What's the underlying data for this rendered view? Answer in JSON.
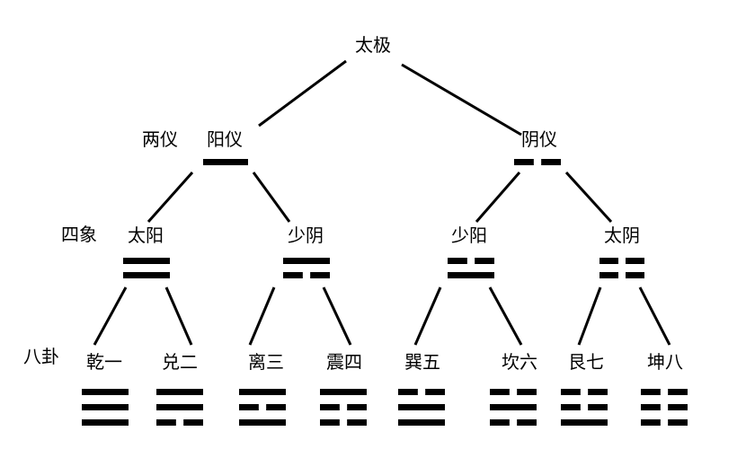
{
  "root": {
    "label": "太极"
  },
  "rows": {
    "liangyi": "两仪",
    "sixiang": "四象",
    "bagua": "八卦"
  },
  "liangyi": [
    {
      "label": "阳仪",
      "lines": [
        "yang"
      ]
    },
    {
      "label": "阴仪",
      "lines": [
        "yin"
      ]
    }
  ],
  "sixiang": [
    {
      "label": "太阳",
      "lines": [
        "yang",
        "yang"
      ]
    },
    {
      "label": "少阴",
      "lines": [
        "yin",
        "yang"
      ]
    },
    {
      "label": "少阳",
      "lines": [
        "yang",
        "yin"
      ]
    },
    {
      "label": "太阴",
      "lines": [
        "yin",
        "yin"
      ]
    }
  ],
  "bagua": [
    {
      "label": "乾一",
      "lines": [
        "yang",
        "yang",
        "yang"
      ]
    },
    {
      "label": "兑二",
      "lines": [
        "yin",
        "yang",
        "yang"
      ]
    },
    {
      "label": "离三",
      "lines": [
        "yang",
        "yin",
        "yang"
      ]
    },
    {
      "label": "震四",
      "lines": [
        "yin",
        "yin",
        "yang"
      ]
    },
    {
      "label": "巽五",
      "lines": [
        "yang",
        "yang",
        "yin"
      ]
    },
    {
      "label": "坎六",
      "lines": [
        "yin",
        "yang",
        "yin"
      ]
    },
    {
      "label": "艮七",
      "lines": [
        "yang",
        "yin",
        "yin"
      ]
    },
    {
      "label": "坤八",
      "lines": [
        "yin",
        "yin",
        "yin"
      ]
    }
  ],
  "colors": {
    "ink": "#000000",
    "background": "#ffffff"
  }
}
